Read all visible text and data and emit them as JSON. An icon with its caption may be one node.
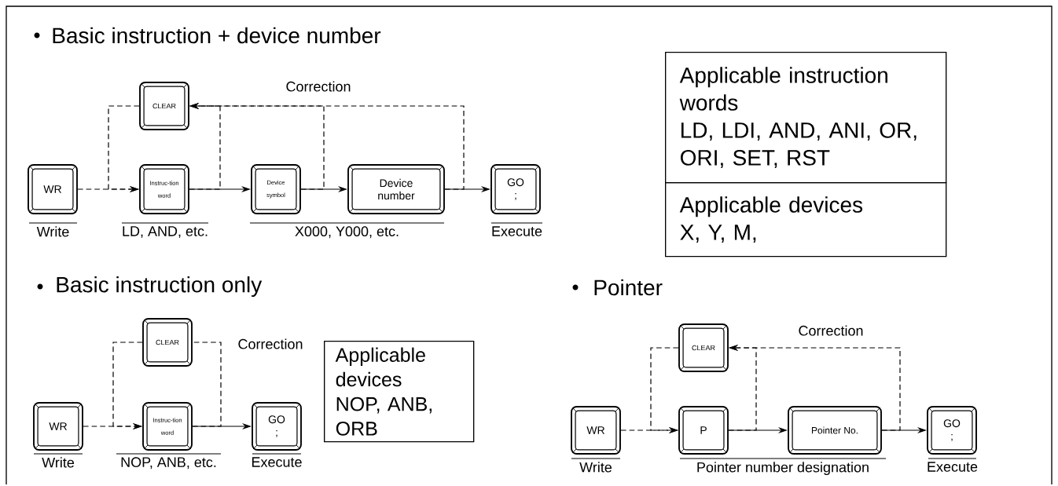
{
  "diagram": {
    "nodes": [
      {
        "text": [
          "WR"
        ],
        "beside": [
          "Write"
        ]
      },
      {
        "text": [
          "CLEAR"
        ]
      },
      {
        "text": [
          "Instruc-tion word"
        ],
        "beside": [
          "LD, AND, etc."
        ]
      },
      {
        "text": [
          "Device symbol"
        ]
      },
      {
        "text": [
          "Device number"
        ]
      },
      {
        "text": [
          "GO",
          ";"
        ],
        "beside": [
          "Execute"
        ]
      },
      {
        "text": [
          "Applicable instruction words",
          "LD, LDI, AND, ANI, OR, ORI, SET, RST"
        ]
      },
      {
        "text": [
          "Applicable devices",
          "X, Y, M,"
        ]
      },
      {
        "text": [
          "WR"
        ],
        "beside": [
          "Write"
        ]
      },
      {
        "text": [
          "CLEAR"
        ]
      },
      {
        "text": [
          "Instruc-tion word"
        ],
        "beside": [
          "NOP, ANB, etc."
        ]
      },
      {
        "text": [
          "GO",
          ";"
        ],
        "beside": [
          "Execute"
        ]
      },
      {
        "text": [
          "Applicable devices",
          "NOP, ANB, ORB"
        ]
      },
      {
        "text": [
          "WR"
        ],
        "beside": [
          "Write"
        ]
      },
      {
        "text": [
          "CLEAR"
        ]
      },
      {
        "text": [
          "P"
        ]
      },
      {
        "text": [
          "Pointer No."
        ]
      },
      {
        "text": [
          "GO",
          ";"
        ],
        "beside": [
          "Execute"
        ]
      }
    ],
    "edges": [
      {
        "from": 0,
        "to": 2,
        "arrow": "to",
        "style": "dashed"
      },
      {
        "from": 1,
        "to": 2,
        "arrow": "to",
        "style": "dashed"
      },
      {
        "from": 2,
        "to": 3,
        "arrow": "to"
      },
      {
        "from": 2,
        "to": 1,
        "arrow": "to",
        "style": "dashed"
      },
      {
        "from": 3,
        "to": 4,
        "arrow": "to"
      },
      {
        "from": 3,
        "to": 1,
        "arrow": "to",
        "style": "dashed"
      },
      {
        "from": 4,
        "to": 5,
        "arrow": "to"
      },
      {
        "from": 4,
        "to": 1,
        "arrow": "to",
        "style": "dashed"
      },
      {
        "from": 8,
        "to": 10,
        "arrow": "to",
        "style": "dashed"
      },
      {
        "from": 9,
        "to": 10,
        "arrow": "to",
        "style": "dashed"
      },
      {
        "from": 10,
        "to": 11,
        "arrow": "to"
      },
      {
        "from": 10,
        "to": 9,
        "arrow": "none",
        "style": "dashed"
      },
      {
        "from": 13,
        "to": 15,
        "arrow": "to",
        "style": "dashed"
      },
      {
        "from": 14,
        "to": 15,
        "arrow": "to",
        "style": "dashed"
      },
      {
        "from": 15,
        "to": 16,
        "arrow": "to"
      },
      {
        "from": 15,
        "to": 14,
        "arrow": "to",
        "style": "dashed"
      },
      {
        "from": 16,
        "to": 17,
        "arrow": "to"
      },
      {
        "from": 16,
        "to": 14,
        "arrow": "to",
        "style": "dashed"
      }
    ],
    "labels": [
      "Basic instruction + device number",
      "Correction",
      "X000, Y000, etc.",
      "Basic instruction only",
      "Correction",
      "Pointer",
      "Correction",
      "Pointer number designation"
    ]
  }
}
